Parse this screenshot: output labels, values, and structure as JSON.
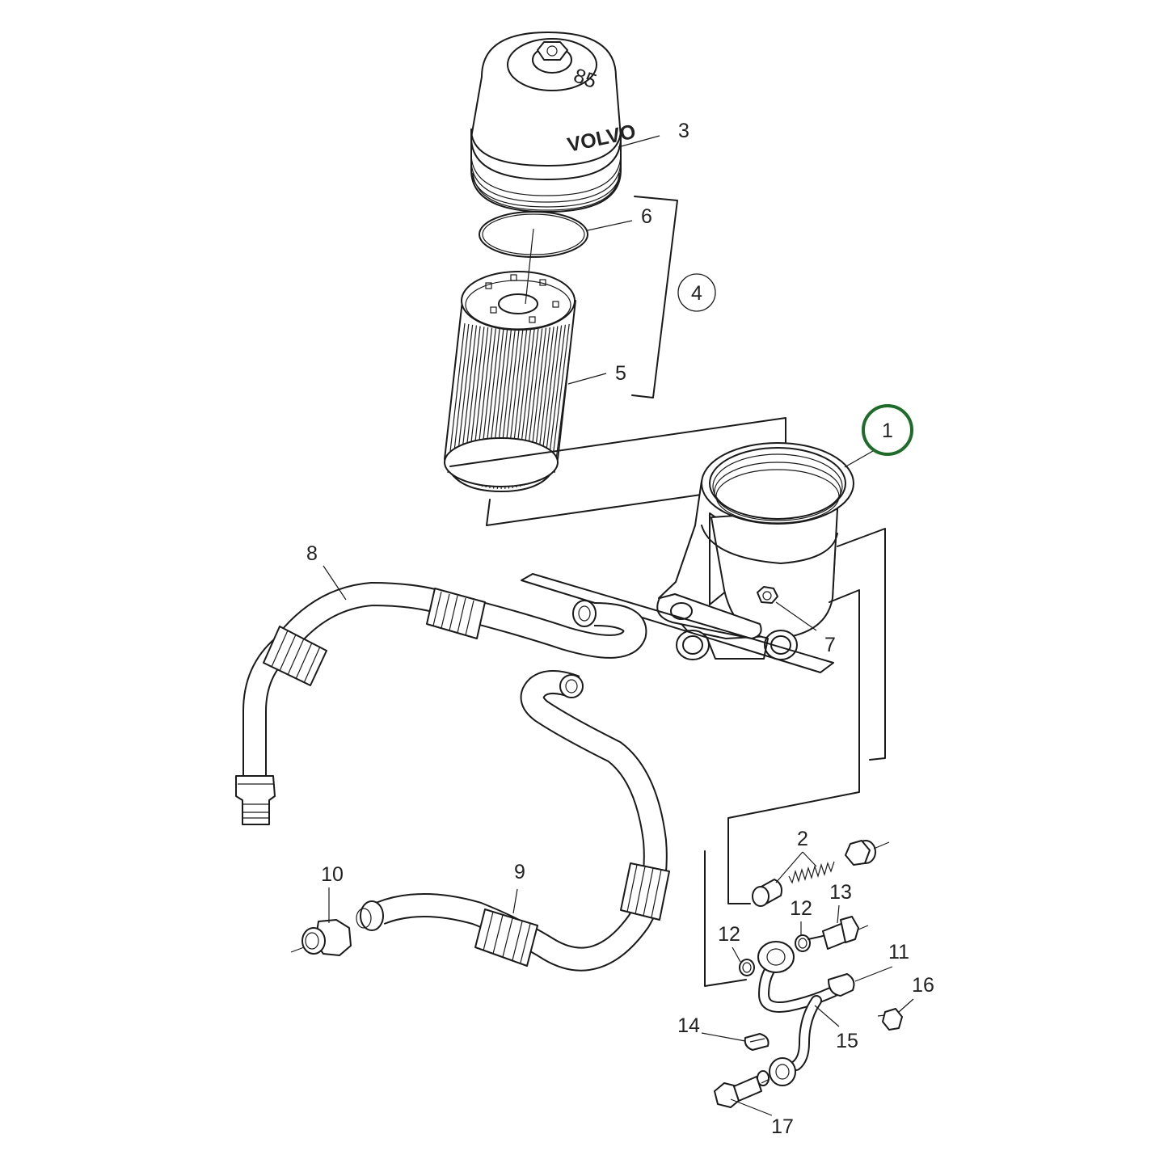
{
  "diagram": {
    "callouts": [
      {
        "id": "callout-1",
        "label": "1",
        "highlighted": true
      },
      {
        "id": "callout-2",
        "label": "2"
      },
      {
        "id": "callout-3",
        "label": "3"
      },
      {
        "id": "callout-4",
        "label": "4",
        "circled": true
      },
      {
        "id": "callout-5",
        "label": "5"
      },
      {
        "id": "callout-6",
        "label": "6"
      },
      {
        "id": "callout-7",
        "label": "7"
      },
      {
        "id": "callout-8",
        "label": "8"
      },
      {
        "id": "callout-9",
        "label": "9"
      },
      {
        "id": "callout-10",
        "label": "10"
      },
      {
        "id": "callout-11",
        "label": "11"
      },
      {
        "id": "callout-12a",
        "label": "12"
      },
      {
        "id": "callout-12b",
        "label": "12"
      },
      {
        "id": "callout-13",
        "label": "13"
      },
      {
        "id": "callout-14",
        "label": "14"
      },
      {
        "id": "callout-15",
        "label": "15"
      },
      {
        "id": "callout-16",
        "label": "16"
      },
      {
        "id": "callout-17",
        "label": "17"
      }
    ],
    "highlight_color": "#1e6b2a",
    "line_color": "#1a1a1a",
    "background": "#ffffff"
  }
}
